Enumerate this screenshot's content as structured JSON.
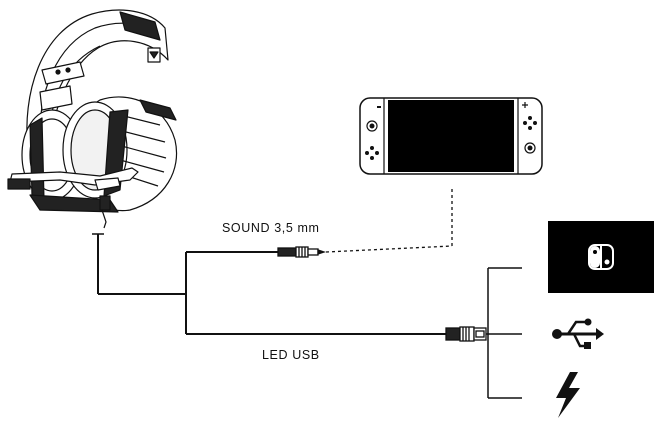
{
  "labels": {
    "sound": "SOUND 3,5 mm",
    "led_usb": "LED USB"
  },
  "devices": {
    "console": "handheld-game-console",
    "dock": "switch-logo-icon",
    "usb": "usb-icon",
    "power": "lightning-icon"
  },
  "colors": {
    "line": "#111111",
    "background": "#ffffff",
    "dock_bg": "#000000",
    "dock_fg": "#ffffff"
  }
}
